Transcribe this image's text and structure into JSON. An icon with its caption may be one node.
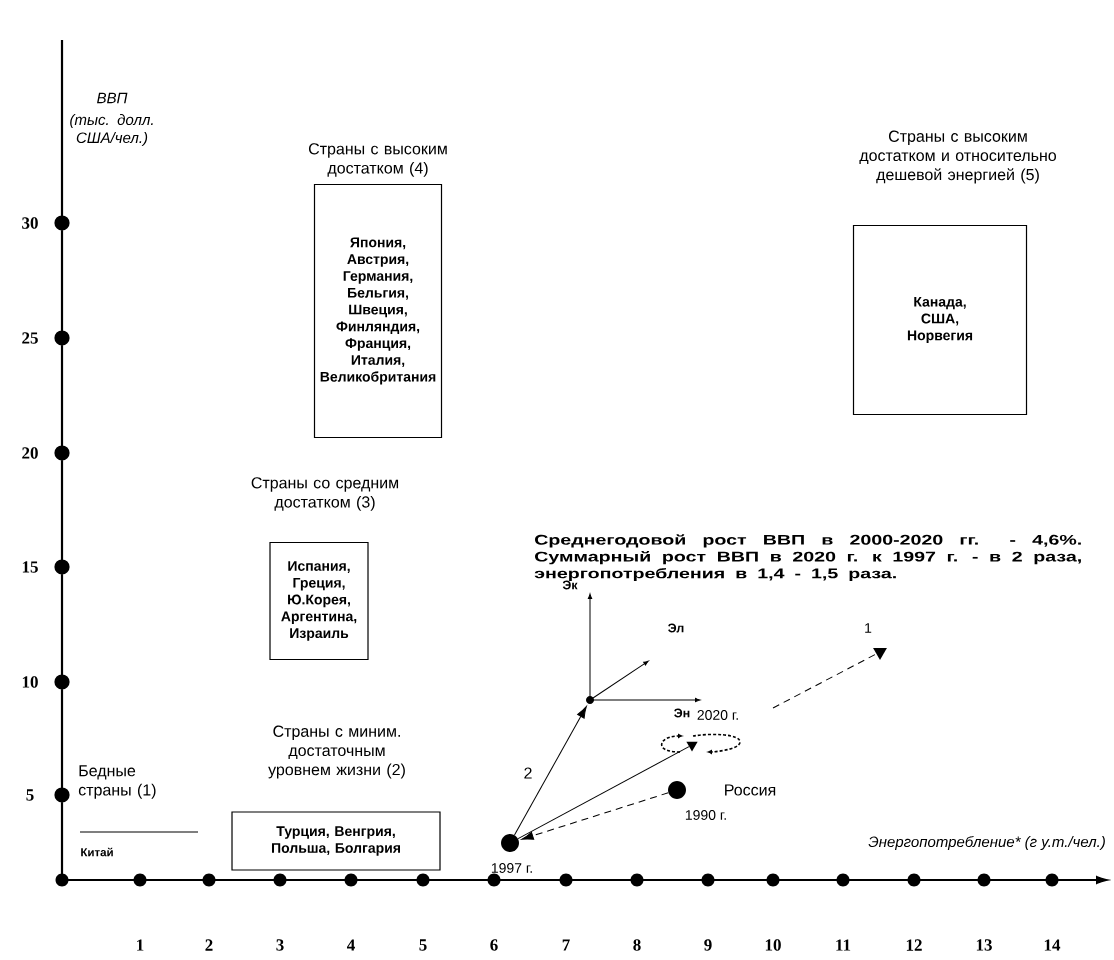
{
  "diagram": {
    "nodes": [
      {
        "text": [
          "Страны с высоким достатком (4)",
          "Япония, Австрия, Германия, Бельгия, Швеция, Финляндия, Франция, Италия, Великобритания"
        ]
      },
      {
        "text": [
          "Страны с высоким достатком и относительно дешевой энергией (5)",
          "Канада, США, Норвегия"
        ]
      },
      {
        "text": [
          "Страны со средним достатком (3)",
          "Испания, Греция, Ю.Корея, Аргентина, Израиль"
        ]
      },
      {
        "text": [
          "Страны с миним. достаточным уровнем жизни (2)",
          "Турция, Венгрия, Польша, Болгария"
        ]
      },
      {
        "text": [],
        "shape": "circle",
        "beside": [
          "1997 г."
        ]
      },
      {
        "text": [],
        "shape": "circle",
        "beside": [
          "1990 г."
        ]
      },
      {
        "text": [],
        "shape": "circle"
      },
      {
        "text": [],
        "shape": "triangle",
        "beside": [
          "2020 г."
        ]
      },
      {
        "text": [],
        "shape": "triangle",
        "beside": [
          "1"
        ]
      }
    ],
    "edges": [
      {
        "from": 5,
        "to": 4,
        "arrow": "to",
        "style": "dashed"
      },
      {
        "from": 4,
        "to": 6,
        "arrow": "to",
        "label": "2"
      },
      {
        "from": 4,
        "to": 7,
        "arrow": "none"
      },
      {
        "from": null,
        "to": 8,
        "arrow": "none",
        "style": "dashed"
      }
    ],
    "labels": [
      "ВВП",
      "(тыс. долл. США/чел.)",
      "30",
      "25",
      "20",
      "Среднегодовой рост ВВП в 2000-2020 гг. - 4,6%. Суммарный рост ВВП в 2020 г. к 1997 г. - в 2 раза, энергопотребления в 1,4 - 1,5 раза.",
      "15",
      "Эк",
      "10",
      "Эл",
      "Эн",
      "Россия",
      "5",
      "Бедные страны (1)",
      "Китай",
      "Энергопотребление* (г у.т./чел.)",
      "1",
      "2",
      "3",
      "4",
      "5",
      "6",
      "7",
      "8",
      "9",
      "10",
      "11",
      "12",
      "13",
      "14"
    ]
  }
}
